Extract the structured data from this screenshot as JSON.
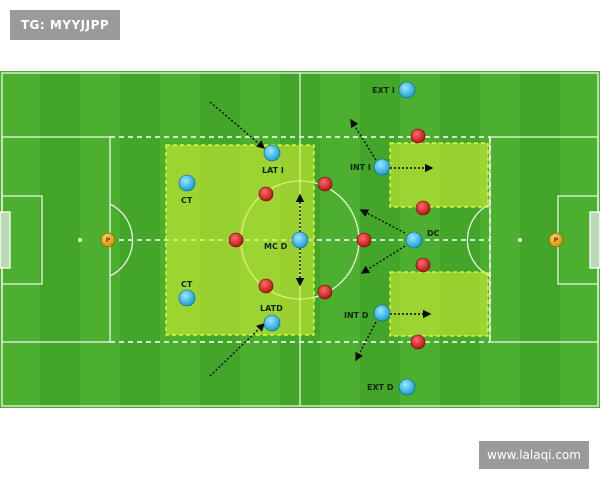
{
  "badges": {
    "top_left": "TG: MYYJJPP",
    "bottom_right": "www.lalaqi.com"
  },
  "colors": {
    "grass_light": "#4caf2f",
    "grass_dark": "#3f9f26",
    "zone_fill": "#d9ee3a",
    "zone_border": "#e6ff5a",
    "blue_player": "#3cc4f0",
    "red_player": "#d51f1f",
    "gk_player": "#f0a81a"
  },
  "goalkeepers": [
    {
      "label": "P"
    },
    {
      "label": "P"
    }
  ],
  "labels": {
    "ext_i": "EXT I",
    "lat_i": "LAT I",
    "int_i": "INT I",
    "ct_top": "CT",
    "mc_d": "MC D",
    "dc": "DC",
    "ct_bottom": "CT",
    "latd": "LATD",
    "int_d": "INT D",
    "ext_d": "EXT D"
  }
}
